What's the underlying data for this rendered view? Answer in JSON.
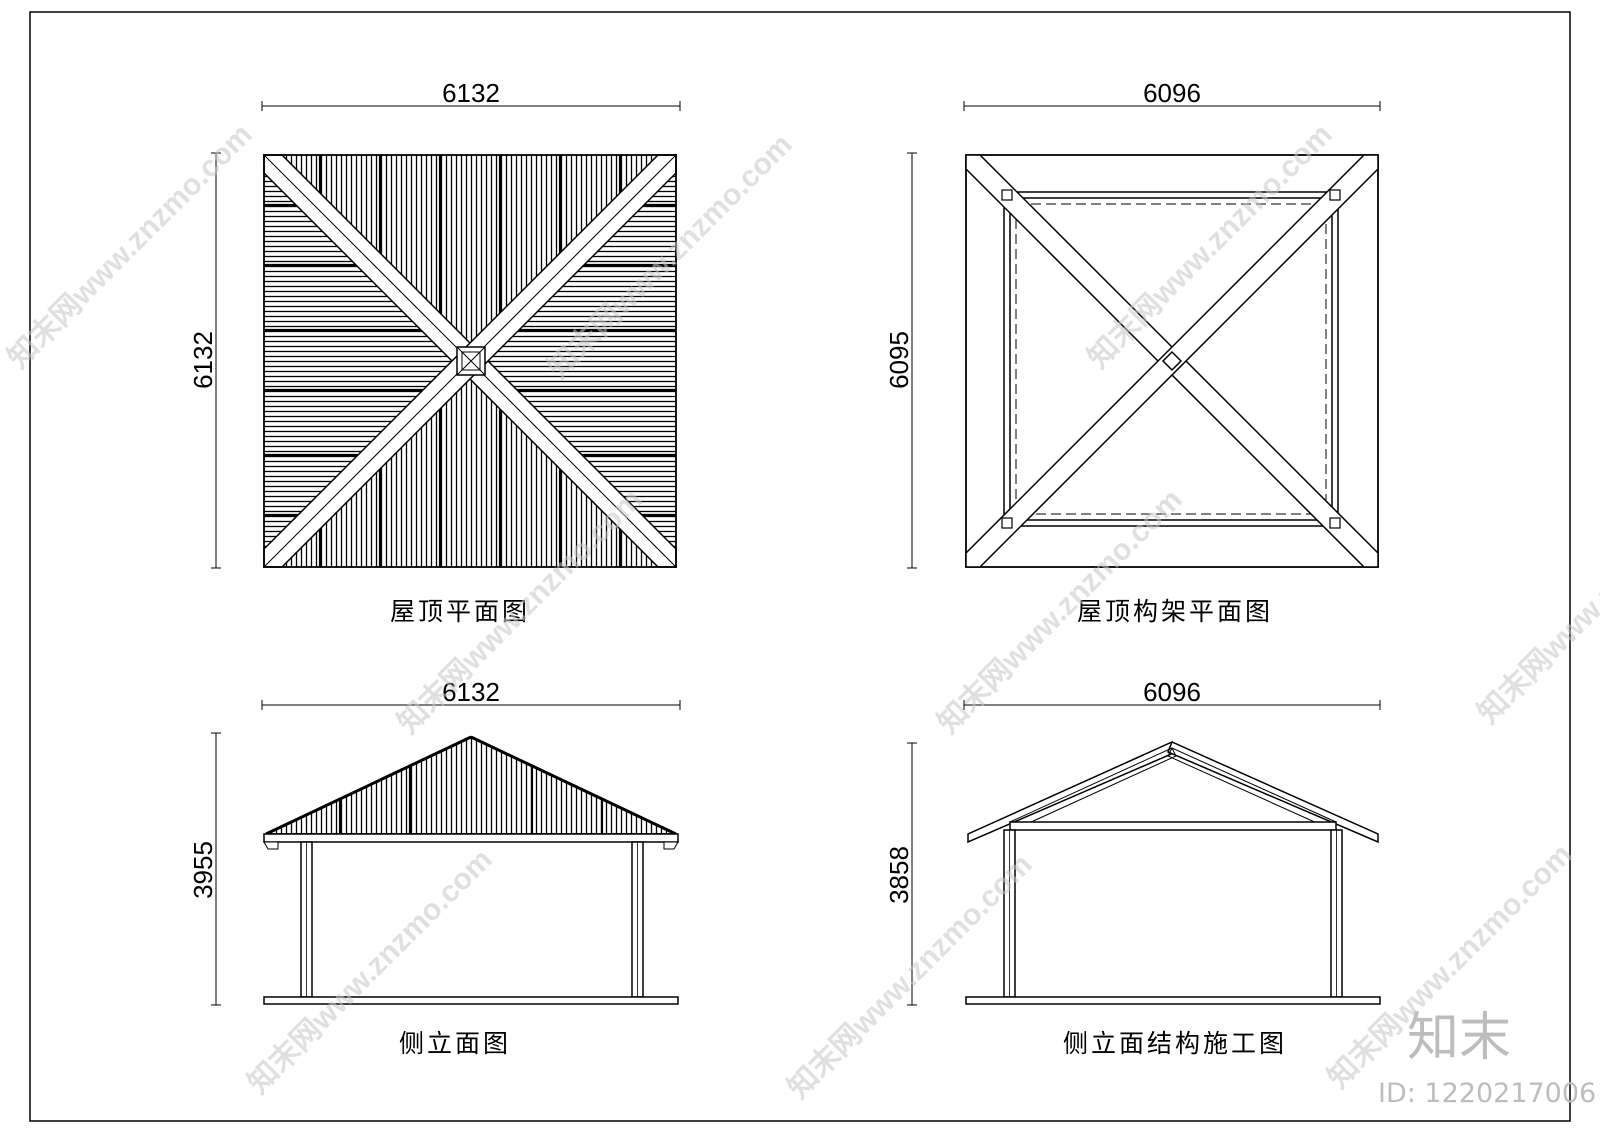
{
  "drawings": {
    "roof_plan": {
      "caption": "屋顶平面图",
      "width_dim": "6132",
      "height_dim": "6132"
    },
    "roof_frame_plan": {
      "caption": "屋顶构架平面图",
      "width_dim": "6096",
      "height_dim": "6095"
    },
    "side_elevation": {
      "caption": "侧立面图",
      "width_dim": "6132",
      "height_dim": "3955"
    },
    "side_structure": {
      "caption": "侧立面结构施工图",
      "width_dim": "6096",
      "height_dim": "3858"
    }
  },
  "watermark": {
    "brand": "知末",
    "id_label": "ID: 1220217006",
    "site_text": "知末网www.znzmo.com"
  },
  "icons": [
    "brand-logo-icon"
  ]
}
